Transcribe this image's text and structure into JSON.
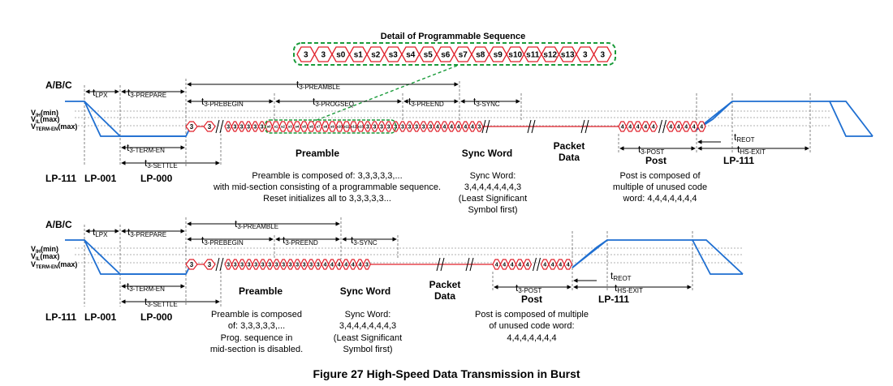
{
  "caption": "Figure 27 High-Speed Data Transmission in Burst",
  "detail": {
    "title": "Detail of Programmable Sequence",
    "symbols": [
      "3",
      "3",
      "s0",
      "s1",
      "s2",
      "s3",
      "s4",
      "s5",
      "s6",
      "s7",
      "s8",
      "s9",
      "s10",
      "s11",
      "s12",
      "s13",
      "3",
      "3"
    ]
  },
  "labels": {
    "abc": "A/B/C",
    "vih": "V",
    "vih_sub": "IH",
    "vih_tail": "(min)",
    "vil": "V",
    "vil_sub": "IL",
    "vil_tail": "(max)",
    "vterm": "V",
    "vterm_sub": "TERM-EN",
    "vterm_tail": "(max)",
    "t": "t",
    "lpx": "LPX",
    "prepare": "3-PREPARE",
    "preamble_t": "3-PREAMBLE",
    "prebegin": "3-PREBEGIN",
    "progseq": "3-PROGSEQ",
    "preend": "3-PREEND",
    "sync": "3-SYNC",
    "term_en": "3-TERM-EN",
    "settle": "3-SETTLE",
    "post": "3-POST",
    "reot": "REOT",
    "hs_exit": "HS-EXIT",
    "lp111": "LP-111",
    "lp001": "LP-001",
    "lp000": "LP-000",
    "preamble": "Preamble",
    "sync_word": "Sync Word",
    "packet": "Packet",
    "data": "Data",
    "post_label": "Post"
  },
  "top": {
    "stream1": [
      "3",
      "3"
    ],
    "stream_pre": [
      "3",
      "3",
      "3",
      "3",
      "3",
      "3"
    ],
    "stream_prog": [
      "s0",
      "s1",
      "s2",
      "s3",
      "s4",
      "s5",
      "s6",
      "s7",
      "s8",
      "s9",
      "s10",
      "s11",
      "s12",
      "s13"
    ],
    "stream_mid": [
      "3",
      "3",
      "3",
      "3",
      "3",
      "3",
      "3",
      "3",
      "3",
      "3",
      "4",
      "4",
      "4",
      "4",
      "4",
      "4",
      "3"
    ],
    "stream_post_a": [
      "4",
      "4",
      "4",
      "4",
      "4"
    ],
    "stream_post_b": [
      "4",
      "4",
      "4",
      "4",
      "4"
    ],
    "notes": {
      "preamble": [
        "Preamble is composed of: 3,3,3,3,3,...",
        "with mid-section consisting of a programmable sequence.",
        "Reset initializes all to 3,3,3,3,3..."
      ],
      "sync": [
        "Sync Word:",
        "3,4,4,4,4,4,4,3",
        "(Least Significant",
        "Symbol first)"
      ],
      "post": [
        "Post is composed of",
        "multiple of unused code",
        "word: 4,4,4,4,4,4,4"
      ]
    }
  },
  "bottom": {
    "stream1": [
      "3",
      "3"
    ],
    "stream_pre": [
      "3",
      "3",
      "3",
      "3",
      "3",
      "3",
      "3",
      "3",
      "3",
      "3",
      "3",
      "3",
      "3"
    ],
    "stream_sync": [
      "3",
      "4",
      "4",
      "4",
      "4",
      "4",
      "4",
      "3"
    ],
    "stream_post_a": [
      "4",
      "4",
      "4",
      "4",
      "4"
    ],
    "stream_post_b": [
      "4",
      "4",
      "4",
      "4"
    ],
    "notes": {
      "preamble": [
        "Preamble is composed",
        "of: 3,3,3,3,3,...",
        "Prog. sequence in",
        "mid-section is disabled."
      ],
      "sync": [
        "Sync Word:",
        "3,4,4,4,4,4,4,3",
        "(Least Significant",
        "Symbol first)"
      ],
      "post": [
        "Post is composed of multiple",
        "of unused code word:",
        "4,4,4,4,4,4,4"
      ]
    }
  },
  "colors": {
    "signal": "#1f6fd1",
    "stream": "#e0202a",
    "detail_border": "#1a9b3a",
    "grid": "#888888"
  }
}
